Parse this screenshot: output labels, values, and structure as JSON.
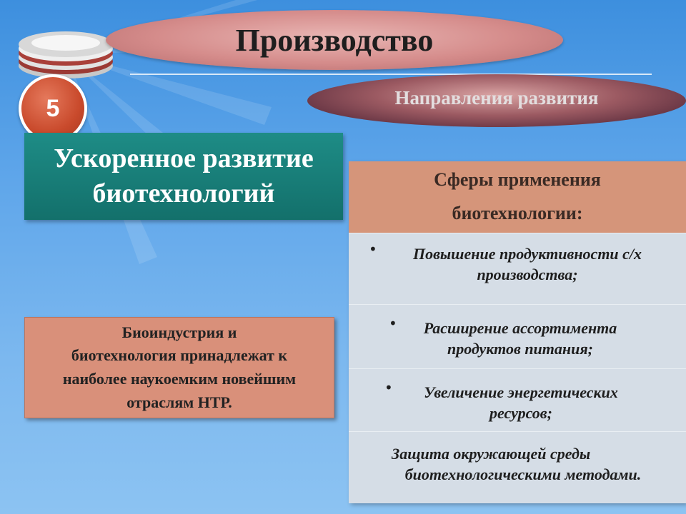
{
  "slide": {
    "title": "Производство",
    "subtitle": "Направления развития",
    "number": "5",
    "heading_line1": "Ускоренное развитие",
    "heading_line2": "биотехнологий",
    "note_lines": [
      "Биоиндустрия и",
      "биотехнология принадлежат к",
      "наиболее наукоемким новейшим",
      "отраслям НТР."
    ],
    "panel": {
      "header_line1": "Сферы применения",
      "header_line2": "биотехнологии:",
      "items": [
        {
          "line1": "Повышение продуктивности с/х",
          "line2": "производства;"
        },
        {
          "line1": "Расширение ассортимента",
          "line2": "продуктов питания;"
        },
        {
          "line1": "Увеличение энергетических",
          "line2": "ресурсов;"
        },
        {
          "line1": "Защита окружающей среды",
          "line2": "биотехнологическими методами."
        }
      ]
    }
  },
  "colors": {
    "background": "#5fa6ea",
    "title_ellipse": "#d58c8b",
    "subtitle_ellipse": "#7a3d4c",
    "number_circle": "#c94a2c",
    "teal_box": "#17807a",
    "note_box": "#d9907a",
    "panel_header": "#d5957a",
    "panel_rows": "#d5dde6"
  }
}
